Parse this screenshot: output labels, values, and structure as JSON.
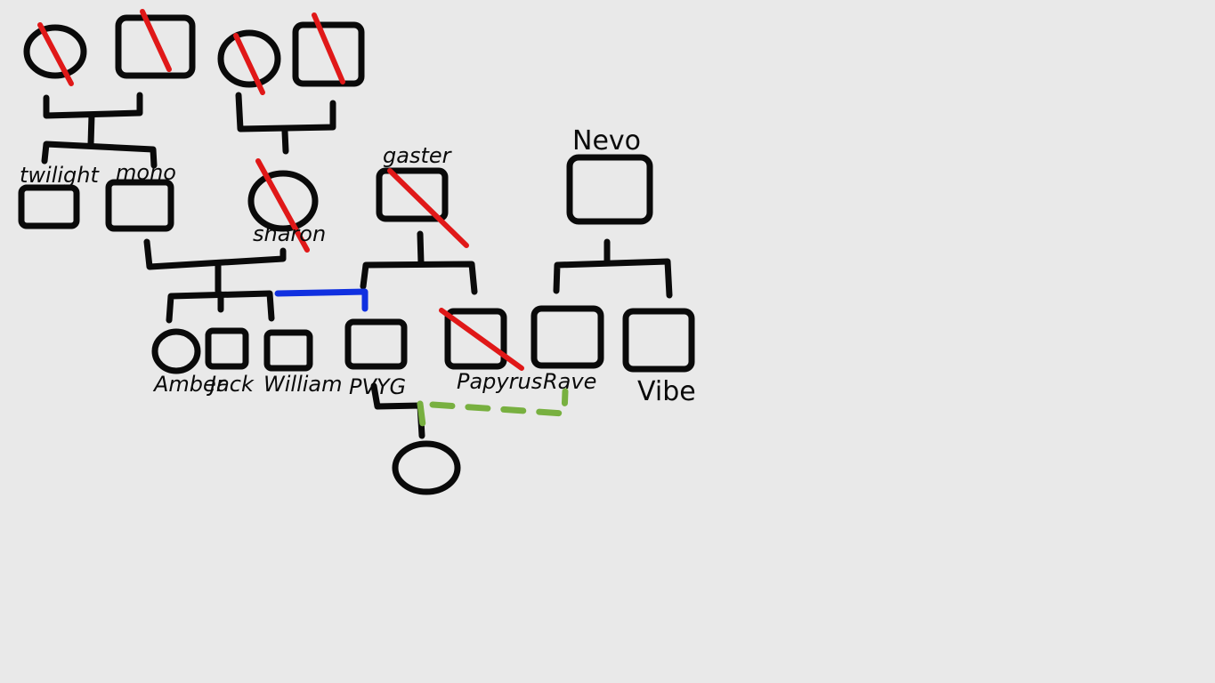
{
  "colors": {
    "background": "#e9e9e9",
    "ink": "#0a0a0a",
    "deceased_mark": "#e01818",
    "sibling_link": "#1030e0",
    "partner_link": "#78b040"
  },
  "people": {
    "twilight": {
      "label": "twilight",
      "shape": "square",
      "deceased": false
    },
    "mono": {
      "label": "mono",
      "shape": "square",
      "deceased": false
    },
    "sharon": {
      "label": "sharon",
      "shape": "circle",
      "deceased": true
    },
    "gaster": {
      "label": "gaster",
      "shape": "square",
      "deceased": true
    },
    "nevo": {
      "label": "Nevo",
      "shape": "square",
      "deceased": false
    },
    "amber": {
      "label": "Amber",
      "shape": "circle",
      "deceased": false
    },
    "jack": {
      "label": "Jack",
      "shape": "square",
      "deceased": false
    },
    "william": {
      "label": "William",
      "shape": "square",
      "deceased": false
    },
    "pvyg": {
      "label": "PVYG",
      "shape": "square",
      "deceased": false
    },
    "papyrus": {
      "label": "Papyrus",
      "shape": "square",
      "deceased": true
    },
    "rave": {
      "label": "Rave",
      "shape": "square",
      "deceased": false
    },
    "vibe": {
      "label": "Vibe",
      "shape": "square",
      "deceased": false
    },
    "gp1_female": {
      "label": "",
      "shape": "circle",
      "deceased": true
    },
    "gp1_male": {
      "label": "",
      "shape": "square",
      "deceased": true
    },
    "gp2_female": {
      "label": "",
      "shape": "circle",
      "deceased": true
    },
    "gp2_male": {
      "label": "",
      "shape": "square",
      "deceased": true
    },
    "child": {
      "label": "",
      "shape": "circle",
      "deceased": false
    }
  }
}
